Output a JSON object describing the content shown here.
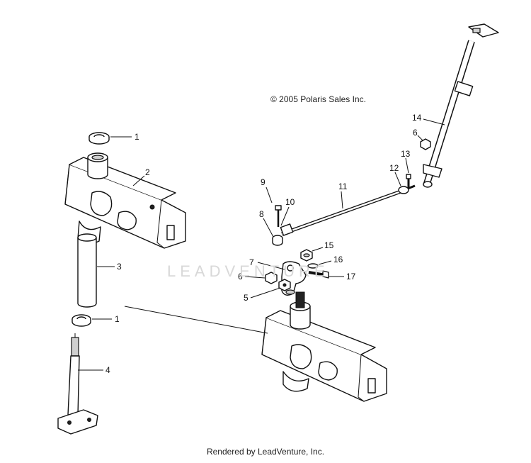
{
  "copyright": "© 2005 Polaris Sales Inc.",
  "footer": "Rendered by LeadVenture, Inc.",
  "watermark": "LEADVENTURE",
  "callouts": {
    "c1a": "1",
    "c2": "2",
    "c3": "3",
    "c1b": "1",
    "c4": "4",
    "c5": "5",
    "c6a": "6",
    "c7": "7",
    "c8": "8",
    "c9": "9",
    "c10": "10",
    "c11": "11",
    "c12": "12",
    "c13": "13",
    "c14": "14",
    "c6b": "6",
    "c15": "15",
    "c16": "16",
    "c17": "17"
  }
}
